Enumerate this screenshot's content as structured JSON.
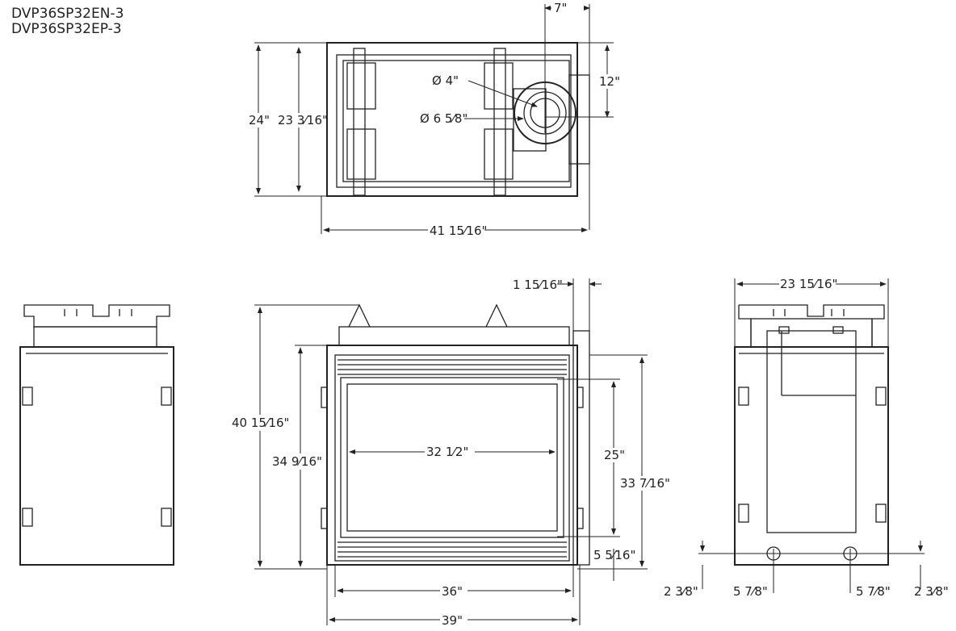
{
  "models": [
    "DVP36SP32EN-3",
    "DVP36SP32EP-3"
  ],
  "top_view": {
    "depth_overall": "24\"",
    "depth_inner": "23 3⁄16\"",
    "width_overall": "41 15⁄16\"",
    "flue_offset": "7\"",
    "flue_center_depth": "12\"",
    "inner_flue_diameter": "Ø 4\"",
    "outer_flue_diameter": "Ø 6 5⁄8\""
  },
  "front_view": {
    "height_overall": "40 15⁄16\"",
    "height_body": "34 9⁄16\"",
    "glass_width": "32 1⁄2\"",
    "glass_height": "25\"",
    "frame_height": "33 7⁄16\"",
    "vent_depth": "1 15⁄16\"",
    "base_height": "5 5⁄16\"",
    "opening_width": "36\"",
    "width_overall": "39\""
  },
  "side_view": {
    "depth": "23 15⁄16\"",
    "gas_left_edge": "2 3⁄8\"",
    "gas_left_offset": "5 7⁄8\"",
    "gas_right_offset": "5 7⁄8\"",
    "gas_right_edge": "2 3⁄8\""
  }
}
